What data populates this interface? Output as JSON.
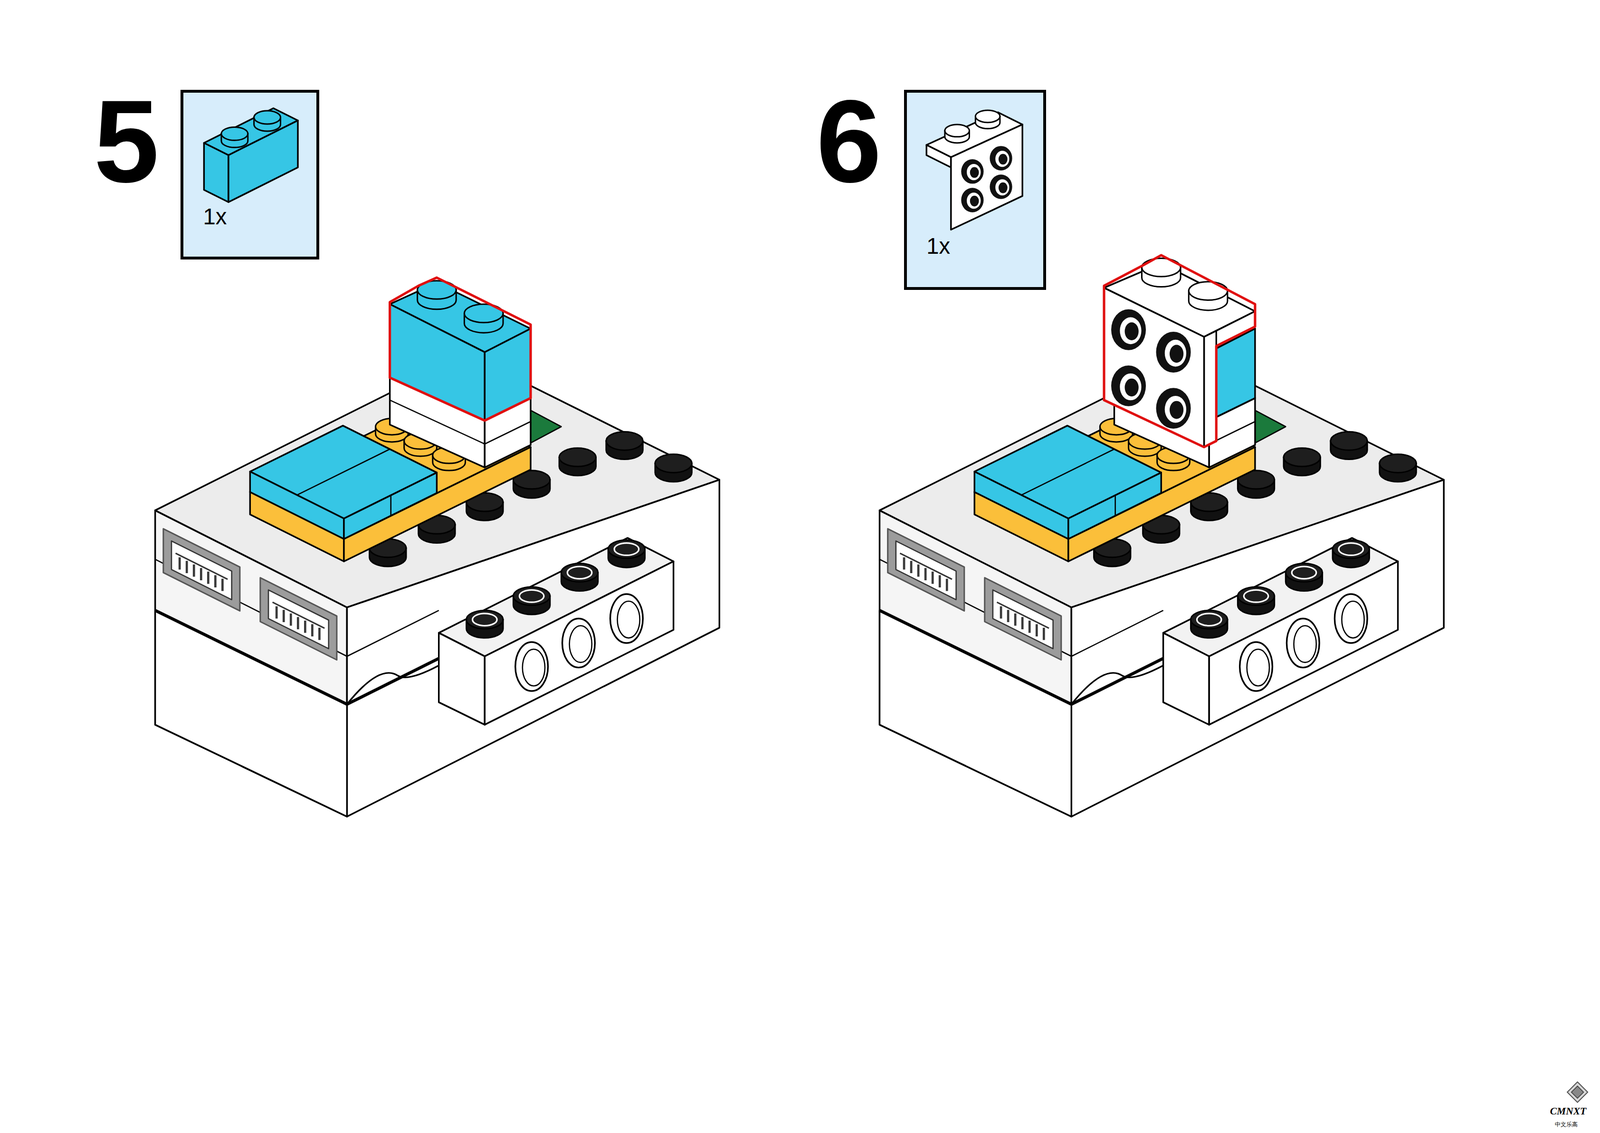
{
  "diagram": {
    "nodes": [
      {
        "text": [
          "1x"
        ]
      },
      {
        "text": [
          "1x"
        ]
      }
    ],
    "labels": [
      "5",
      "6",
      "CMNXT",
      "中文乐高"
    ]
  }
}
